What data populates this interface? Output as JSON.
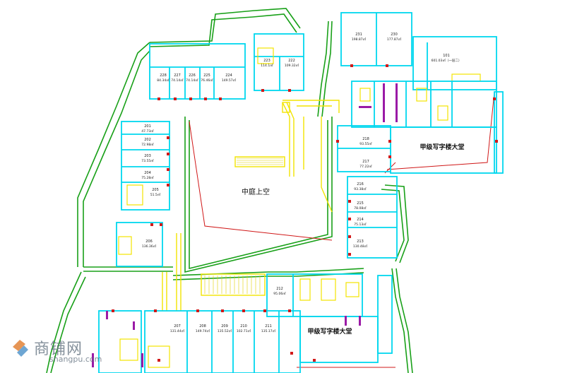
{
  "courtyard_label": "中庭上空",
  "lobby_labels": [
    "甲级写字楼大堂",
    "甲级写字楼大堂"
  ],
  "watermark": {
    "cn": "商铺网",
    "en": "shangpu.com"
  },
  "colors": {
    "wall": "#00d7ee",
    "outline": "#18a018",
    "stair": "#f2e400",
    "door": "#d21a1a",
    "column": "#9a1aa6",
    "redline": "#d01818"
  },
  "units": [
    {
      "id": "231",
      "area": "198.87㎡"
    },
    {
      "id": "230",
      "area": "177.87㎡"
    },
    {
      "id": "101",
      "area": "601.03㎡（一层二）"
    },
    {
      "id": "228",
      "area": "84.34㎡"
    },
    {
      "id": "227",
      "area": "74.14㎡"
    },
    {
      "id": "226",
      "area": "74.14㎡"
    },
    {
      "id": "225",
      "area": "76.46㎡"
    },
    {
      "id": "224",
      "area": "149.57㎡"
    },
    {
      "id": "223",
      "area": "114.1㎡"
    },
    {
      "id": "222",
      "area": "109.32㎡"
    },
    {
      "id": "201",
      "area": "47.73㎡"
    },
    {
      "id": "202",
      "area": "72.98㎡"
    },
    {
      "id": "203",
      "area": "73.55㎡"
    },
    {
      "id": "204",
      "area": "75.28㎡"
    },
    {
      "id": "205",
      "area": "51.5㎡"
    },
    {
      "id": "206",
      "area": "136.36㎡"
    },
    {
      "id": "218",
      "area": "93.55㎡"
    },
    {
      "id": "217",
      "area": "77.22㎡"
    },
    {
      "id": "216",
      "area": "93.38㎡"
    },
    {
      "id": "215",
      "area": "78.08㎡"
    },
    {
      "id": "214",
      "area": "75.13㎡"
    },
    {
      "id": "213",
      "area": "130.48㎡"
    },
    {
      "id": "212",
      "area": "95.06㎡"
    },
    {
      "id": "207",
      "area": "131.44㎡"
    },
    {
      "id": "208",
      "area": "149.74㎡"
    },
    {
      "id": "209",
      "area": "135.52㎡"
    },
    {
      "id": "210",
      "area": "102.71㎡"
    },
    {
      "id": "211",
      "area": "135.17㎡"
    }
  ]
}
